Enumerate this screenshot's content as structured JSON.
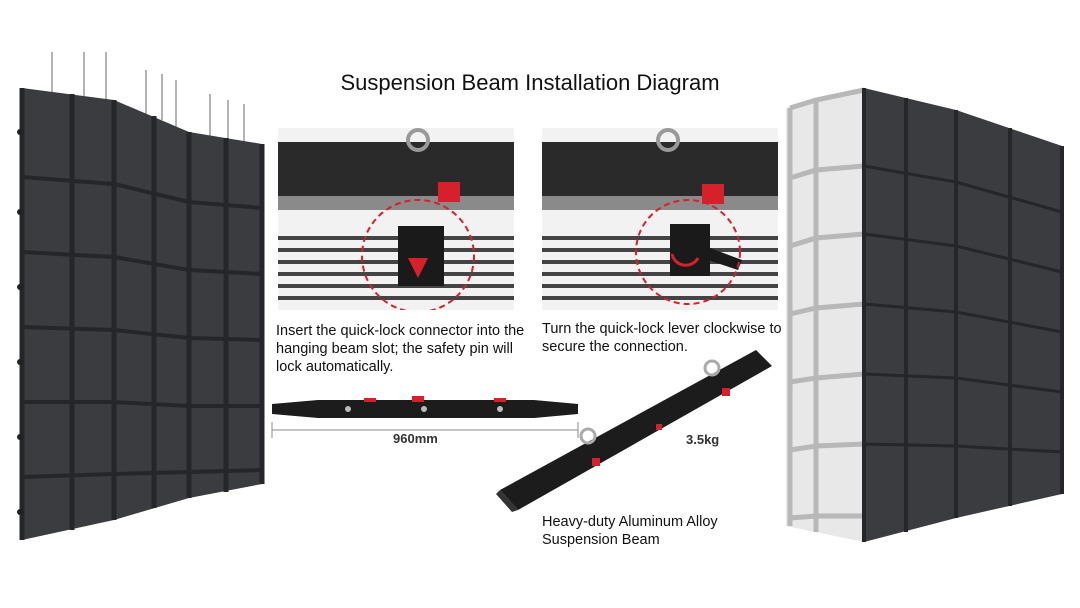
{
  "title": "Suspension Beam Installation Diagram",
  "captions": {
    "insert": "Insert the quick-lock connector into the hanging beam slot; the safety pin will lock automatically.",
    "turn": "Turn the quick-lock lever clockwise to secure the connection.",
    "beam": "Heavy-duty Aluminum Alloy Suspension Beam"
  },
  "dimension_label": "960mm",
  "weight_label": "3.5kg",
  "colors": {
    "screen": "#3a3c40",
    "beam": "#1c1c1c",
    "accent_red": "#d8202a",
    "frame": "#b8b8b8"
  }
}
